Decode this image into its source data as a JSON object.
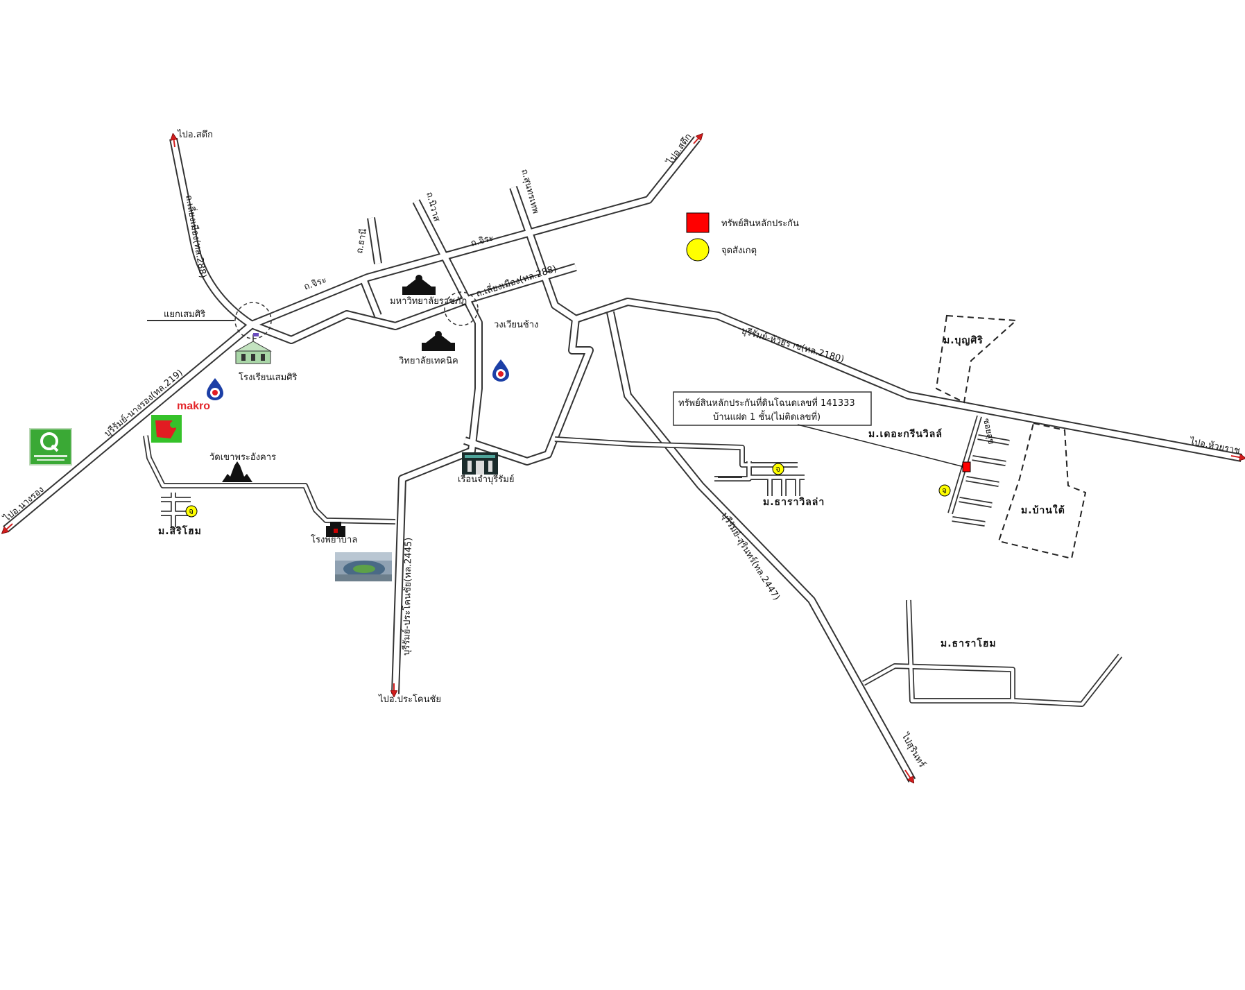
{
  "legend": {
    "items": [
      {
        "label": "ทรัพย์สินหลักประกัน",
        "color": "#ff0000",
        "shape": "square"
      },
      {
        "label": "จุดสังเกตุ",
        "color": "#ffff00",
        "shape": "circle"
      }
    ]
  },
  "callout": {
    "line1": "ทรัพย์สินหลักประกันที่ดินโฉนดเลขที่ 141333",
    "line2": "บ้านแฝด 1 ชั้น(ไม่ติดเลขที่)"
  },
  "directions": {
    "satuek": "ไปอ.สตึก",
    "satuek2": "ไปอ.สตึก",
    "huairat": "ไปอ.ห้วยราช",
    "nangrong": "ไปอ.นางรอง",
    "prakhonchai": "ไปอ.ประโคนชัย",
    "surin": "ไปสุรินทร์"
  },
  "roads": {
    "bypass_west": "ถ.เลี่ยงเมือง(ทล.288)",
    "suriyapat": "ถ.จิระ",
    "thani": "ถ.ธานี",
    "niwat": "ถ.นิวาส",
    "jira": "ถ.จิระ",
    "bypass_east": "ถ.เลี่ยงเมือง(ทล.288)",
    "sunthorn": "ถ.สุนทรเทพ",
    "buriram_huairat": "บุรีรัมย์-ห้วยราช(ทล.2180)",
    "buriram_nangrong": "บุรีรัมย์-นางรอง(ทล.219)",
    "buriram_prakhonchai": "บุรีรัมย์-ประโคนชัย(ทล.2445)",
    "buriram_surin": "บุรีรัมย์-สุรินทร์(ทล.2447)",
    "soi_sub": "ซอยสุข"
  },
  "places": {
    "lakmuang": "แยกเสมศิริ",
    "circle_east": "วงเวียนช้าง",
    "university": "มหาวิทยาลัยราชภัฏ",
    "college": "วิทยาลัยเทคนิค",
    "school": "โรงเรียนเสมศิริ",
    "temple": "วัดเขาพระอังคาร",
    "prison": "เรือนจำบุรีรัมย์",
    "hospital": "โรงพยาบาล",
    "moo_siri": "ม.สิริโฮม",
    "moo_thara_villa": "ม.ธาราวิลล่า",
    "moo_the_green": "ม.เดอะกรีนวิลล์",
    "moo_bunsiri": "ม.บุญศิริ",
    "moo_ban_tai": "ม.บ้านใต้",
    "moo_thara_home": "ม.ธาราโฮม",
    "makro": "makro",
    "poi_marker": "จ"
  },
  "colors": {
    "collateral": "#ff0000",
    "landmark": "#ffff00",
    "road_outline": "#333333",
    "makro_red": "#e3262b",
    "green_logo": "#3aa935",
    "gas_blue": "#1c3fa6"
  },
  "icons": [
    "arrow-icon",
    "domed-building-icon",
    "school-icon",
    "temple-icon",
    "prison-icon",
    "hospital-icon",
    "gas-station-icon",
    "makro-logo",
    "bigc-logo",
    "lotus-logo",
    "stadium-photo"
  ]
}
